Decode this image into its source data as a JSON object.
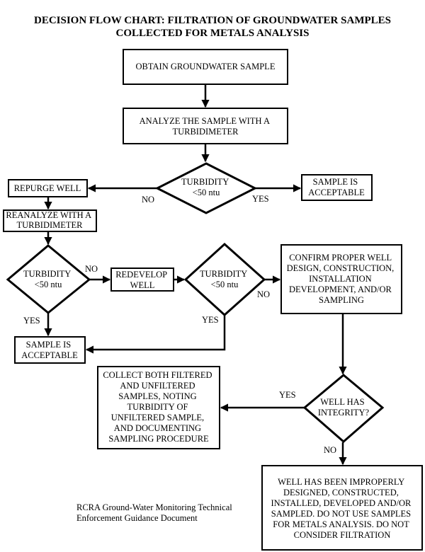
{
  "title": {
    "line1": "DECISION FLOW CHART:  FILTRATION OF GROUNDWATER SAMPLES",
    "line2": "COLLECTED FOR METALS ANALYSIS"
  },
  "nodes": {
    "obtain": [
      "OBTAIN GROUNDWATER SAMPLE"
    ],
    "analyze": [
      "ANALYZE THE SAMPLE WITH A",
      "TURBIDIMETER"
    ],
    "turbidity1": [
      "TURBIDITY",
      "<50 ntu"
    ],
    "acceptable1": [
      "SAMPLE   IS",
      "ACCEPTABLE"
    ],
    "repurge": [
      "REPURGE WELL"
    ],
    "reanalyze": [
      "REANALYZE WITH A",
      "TURBIDIMETER"
    ],
    "turbidity2": [
      "TURBIDITY",
      "<50 ntu"
    ],
    "redevelop": [
      "REDEVELOP",
      "WELL"
    ],
    "turbidity3": [
      "TURBIDITY",
      "<50 ntu"
    ],
    "confirm": [
      "CONFIRM PROPER WELL",
      "DESIGN, CONSTRUCTION,",
      "INSTALLATION",
      "DEVELOPMENT, AND/OR",
      "SAMPLING"
    ],
    "acceptable2": [
      "SAMPLE   IS",
      "ACCEPTABLE"
    ],
    "collect": [
      "COLLECT BOTH FILTERED",
      "AND UNFILTERED",
      "SAMPLES, NOTING",
      "TURBIDITY OF",
      "UNFILTERED SAMPLE,",
      "AND DOCUMENTING",
      "SAMPLING PROCEDURE"
    ],
    "integrity": [
      "WELL HAS",
      "INTEGRITY?"
    ],
    "improper": [
      "WELL HAS BEEN IMPROPERLY",
      "DESIGNED, CONSTRUCTED,",
      "INSTALLED, DEVELOPED AND/OR",
      "SAMPLED. DO NOT USE SAMPLES",
      "FOR METALS ANALYSIS.  DO NOT",
      "CONSIDER FILTRATION"
    ]
  },
  "labels": {
    "t1_no": "NO",
    "t1_yes": "YES",
    "t2_no": "NO",
    "t2_yes": "YES",
    "t3_no": "NO",
    "t3_yes": "YES",
    "integrity_yes": "YES",
    "integrity_no": "NO"
  },
  "caption": {
    "line1": "RCRA Ground-Water Monitoring Technical",
    "line2": "Enforcement Guidance Document"
  }
}
